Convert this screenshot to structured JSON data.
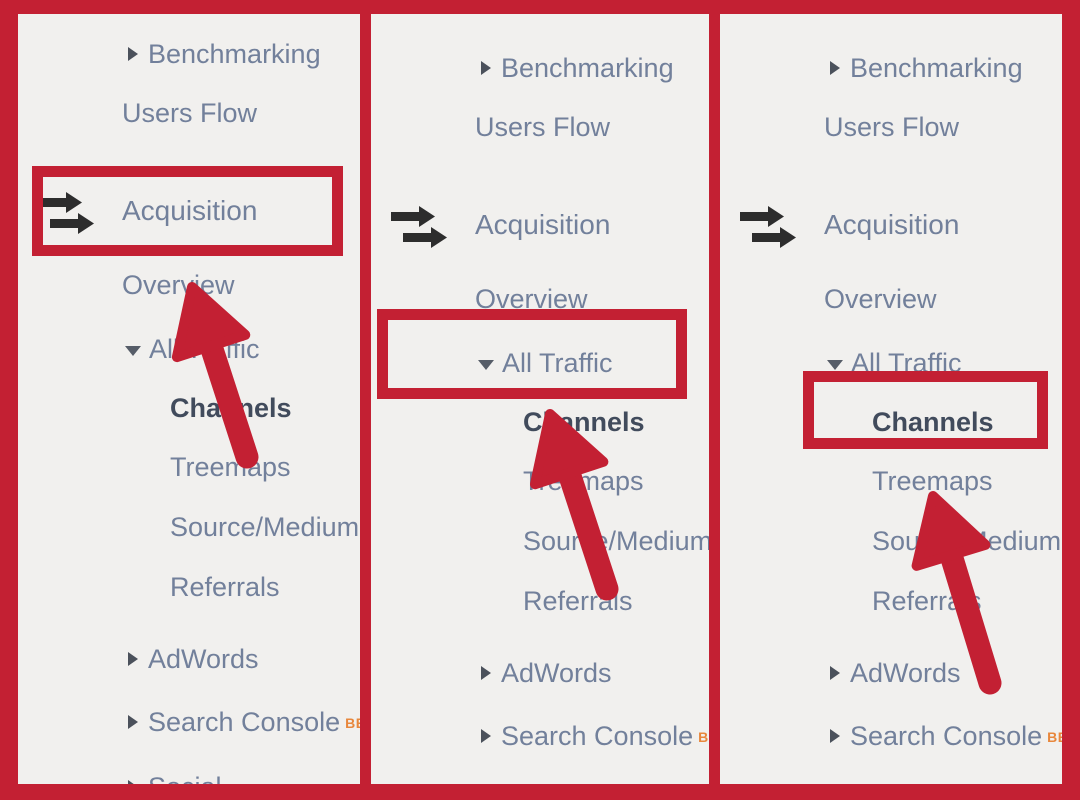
{
  "app": "Google Analytics sidebar navigation (3-step tutorial collage)",
  "colors": {
    "annotation_red": "#c32033",
    "panel_background": "#f1f0ee",
    "item_text": "#72809b",
    "active_item_text": "#414b5c",
    "beta_badge_orange": "#e8873c",
    "acquisition_icon_black": "#2d2d2d"
  },
  "menu": {
    "items": [
      {
        "id": "benchmarking",
        "label": "Benchmarking",
        "arrow": "right"
      },
      {
        "id": "users-flow",
        "label": "Users Flow"
      },
      {
        "id": "acquisition",
        "label": "Acquisition",
        "icon": "acquisition"
      },
      {
        "id": "overview",
        "label": "Overview"
      },
      {
        "id": "all-traffic",
        "label": "All Traffic",
        "arrow": "down"
      },
      {
        "id": "channels",
        "label": "Channels",
        "bold": true
      },
      {
        "id": "treemaps",
        "label": "Treemaps"
      },
      {
        "id": "source-medium",
        "label": "Source/Medium"
      },
      {
        "id": "referrals",
        "label": "Referrals"
      },
      {
        "id": "adwords",
        "label": "AdWords",
        "arrow": "right"
      },
      {
        "id": "search-console",
        "label": "Search Console",
        "arrow": "right",
        "badge": "BETA"
      },
      {
        "id": "social",
        "label": "Social",
        "arrow": "right"
      }
    ]
  },
  "panels": [
    {
      "name": "step-1",
      "highlighted_item": "Acquisition"
    },
    {
      "name": "step-2",
      "highlighted_item": "All Traffic"
    },
    {
      "name": "step-3",
      "highlighted_item": "Channels"
    }
  ]
}
